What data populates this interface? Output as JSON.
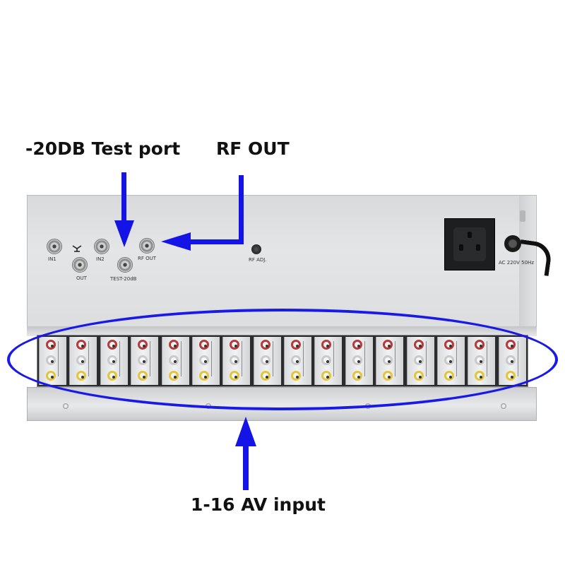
{
  "callouts": {
    "test_port": "-20DB Test port",
    "rf_out": "RF OUT",
    "av_input": "1-16 AV input"
  },
  "panel_labels": {
    "in1": "IN1",
    "in2": "IN2",
    "out": "OUT",
    "test": "TEST-20dB",
    "rf_out": "RF OUT",
    "rf_adj": "RF ADJ.",
    "ac": "AC 220V 50Hz"
  },
  "colors": {
    "annotation": "#1414e6",
    "chassis": "#dcdddf",
    "socket": "#1d1e20"
  },
  "av_module_count": 16
}
